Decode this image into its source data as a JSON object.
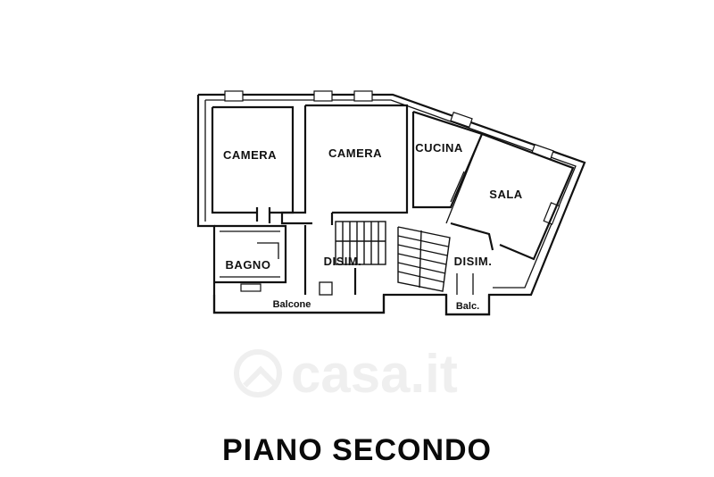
{
  "rooms": {
    "camera_left": "CAMERA",
    "camera_center": "CAMERA",
    "cucina": "CUCINA",
    "sala": "SALA",
    "bagno": "BAGNO",
    "disim_left": "DISIM.",
    "disim_right": "DISIM.",
    "balcone": "Balcone",
    "balc": "Balc."
  },
  "watermark": "casa.it",
  "title": "PIANO SECONDO"
}
